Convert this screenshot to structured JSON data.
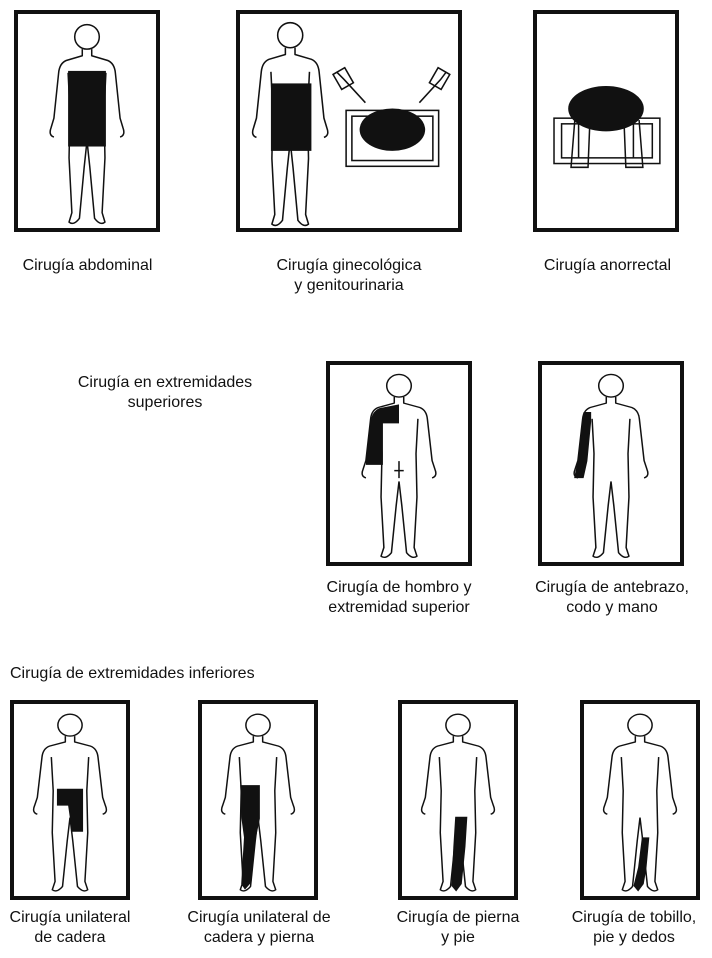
{
  "captions": {
    "abdominal": "Cirugía abdominal",
    "gyn_line1": "Cirugía ginecológica",
    "gyn_line2": "y genitourinaria",
    "anorectal": "Cirugía anorrectal",
    "shoulder_line1": "Cirugía de hombro y",
    "shoulder_line2": "extremidad superior",
    "forearm_line1": "Cirugía de antebrazo,",
    "forearm_line2": "codo y mano",
    "hip_line1": "Cirugía unilateral",
    "hip_line2": "de cadera",
    "hip_leg_line1": "Cirugía unilateral de",
    "hip_leg_line2": "cadera y pierna",
    "leg_foot_line1": "Cirugía de pierna",
    "leg_foot_line2": "y pie",
    "ankle_line1": "Cirugía de tobillo,",
    "ankle_line2": "pie y dedos"
  },
  "sections": {
    "upper_line1": "Cirugía en extremidades",
    "upper_line2": "superiores",
    "lower": "Cirugía de extremidades inferiores"
  },
  "colors": {
    "ink": "#111111",
    "paper": "#ffffff"
  }
}
